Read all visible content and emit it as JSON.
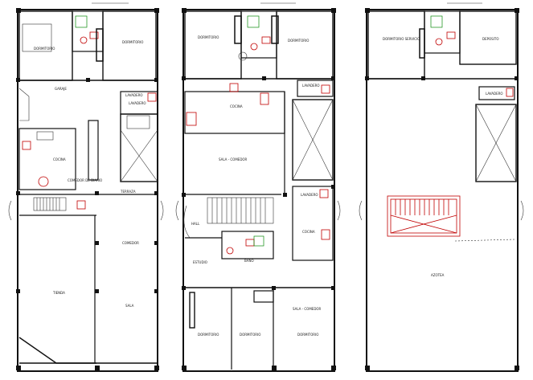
{
  "plan_1": {
    "rooms": {
      "dormitorio_a": "DORMITORIO",
      "dormitorio_b": "DORMITORIO",
      "garaje": "GARAJE",
      "lavadero": "LAVADERO",
      "cocina": "COCINA",
      "tienda": "TIENDA",
      "terraza": "TERRAZA",
      "comedor": "COMEDOR",
      "sala": "SALA",
      "comedor_diario": "COMEDOR DE DIARIO",
      "lavadero_b": "LAVADERO"
    }
  },
  "plan_2": {
    "rooms": {
      "dormitorio_a": "DORMITORIO",
      "dormitorio_b": "DORMITORIO",
      "lavadero": "LAVADERO",
      "cocina": "COCINA",
      "sala_comedor": "SALA - COMEDOR",
      "lavadero_b": "LAVADERO",
      "hall": "HALL",
      "cocina_b": "COCINA",
      "estudio": "ESTUDIO",
      "bano": "BAÑO",
      "sala_comedor_b": "SALA - COMEDOR",
      "dormitorio_c": "DORMITORIO",
      "dormitorio_d": "DORMITORIO",
      "dormitorio_e": "DORMITORIO"
    }
  },
  "plan_3": {
    "rooms": {
      "dormitorio_servicio": "DORMITORIO SERVICIO",
      "deposito": "DEPOSITO",
      "lavadero": "LAVADERO",
      "azotea": "AZOTEA"
    }
  },
  "colors": {
    "walls": "#111111",
    "fixtures_red": "#c00000",
    "fixtures_green": "#0a8a0a",
    "background": "#ffffff"
  }
}
